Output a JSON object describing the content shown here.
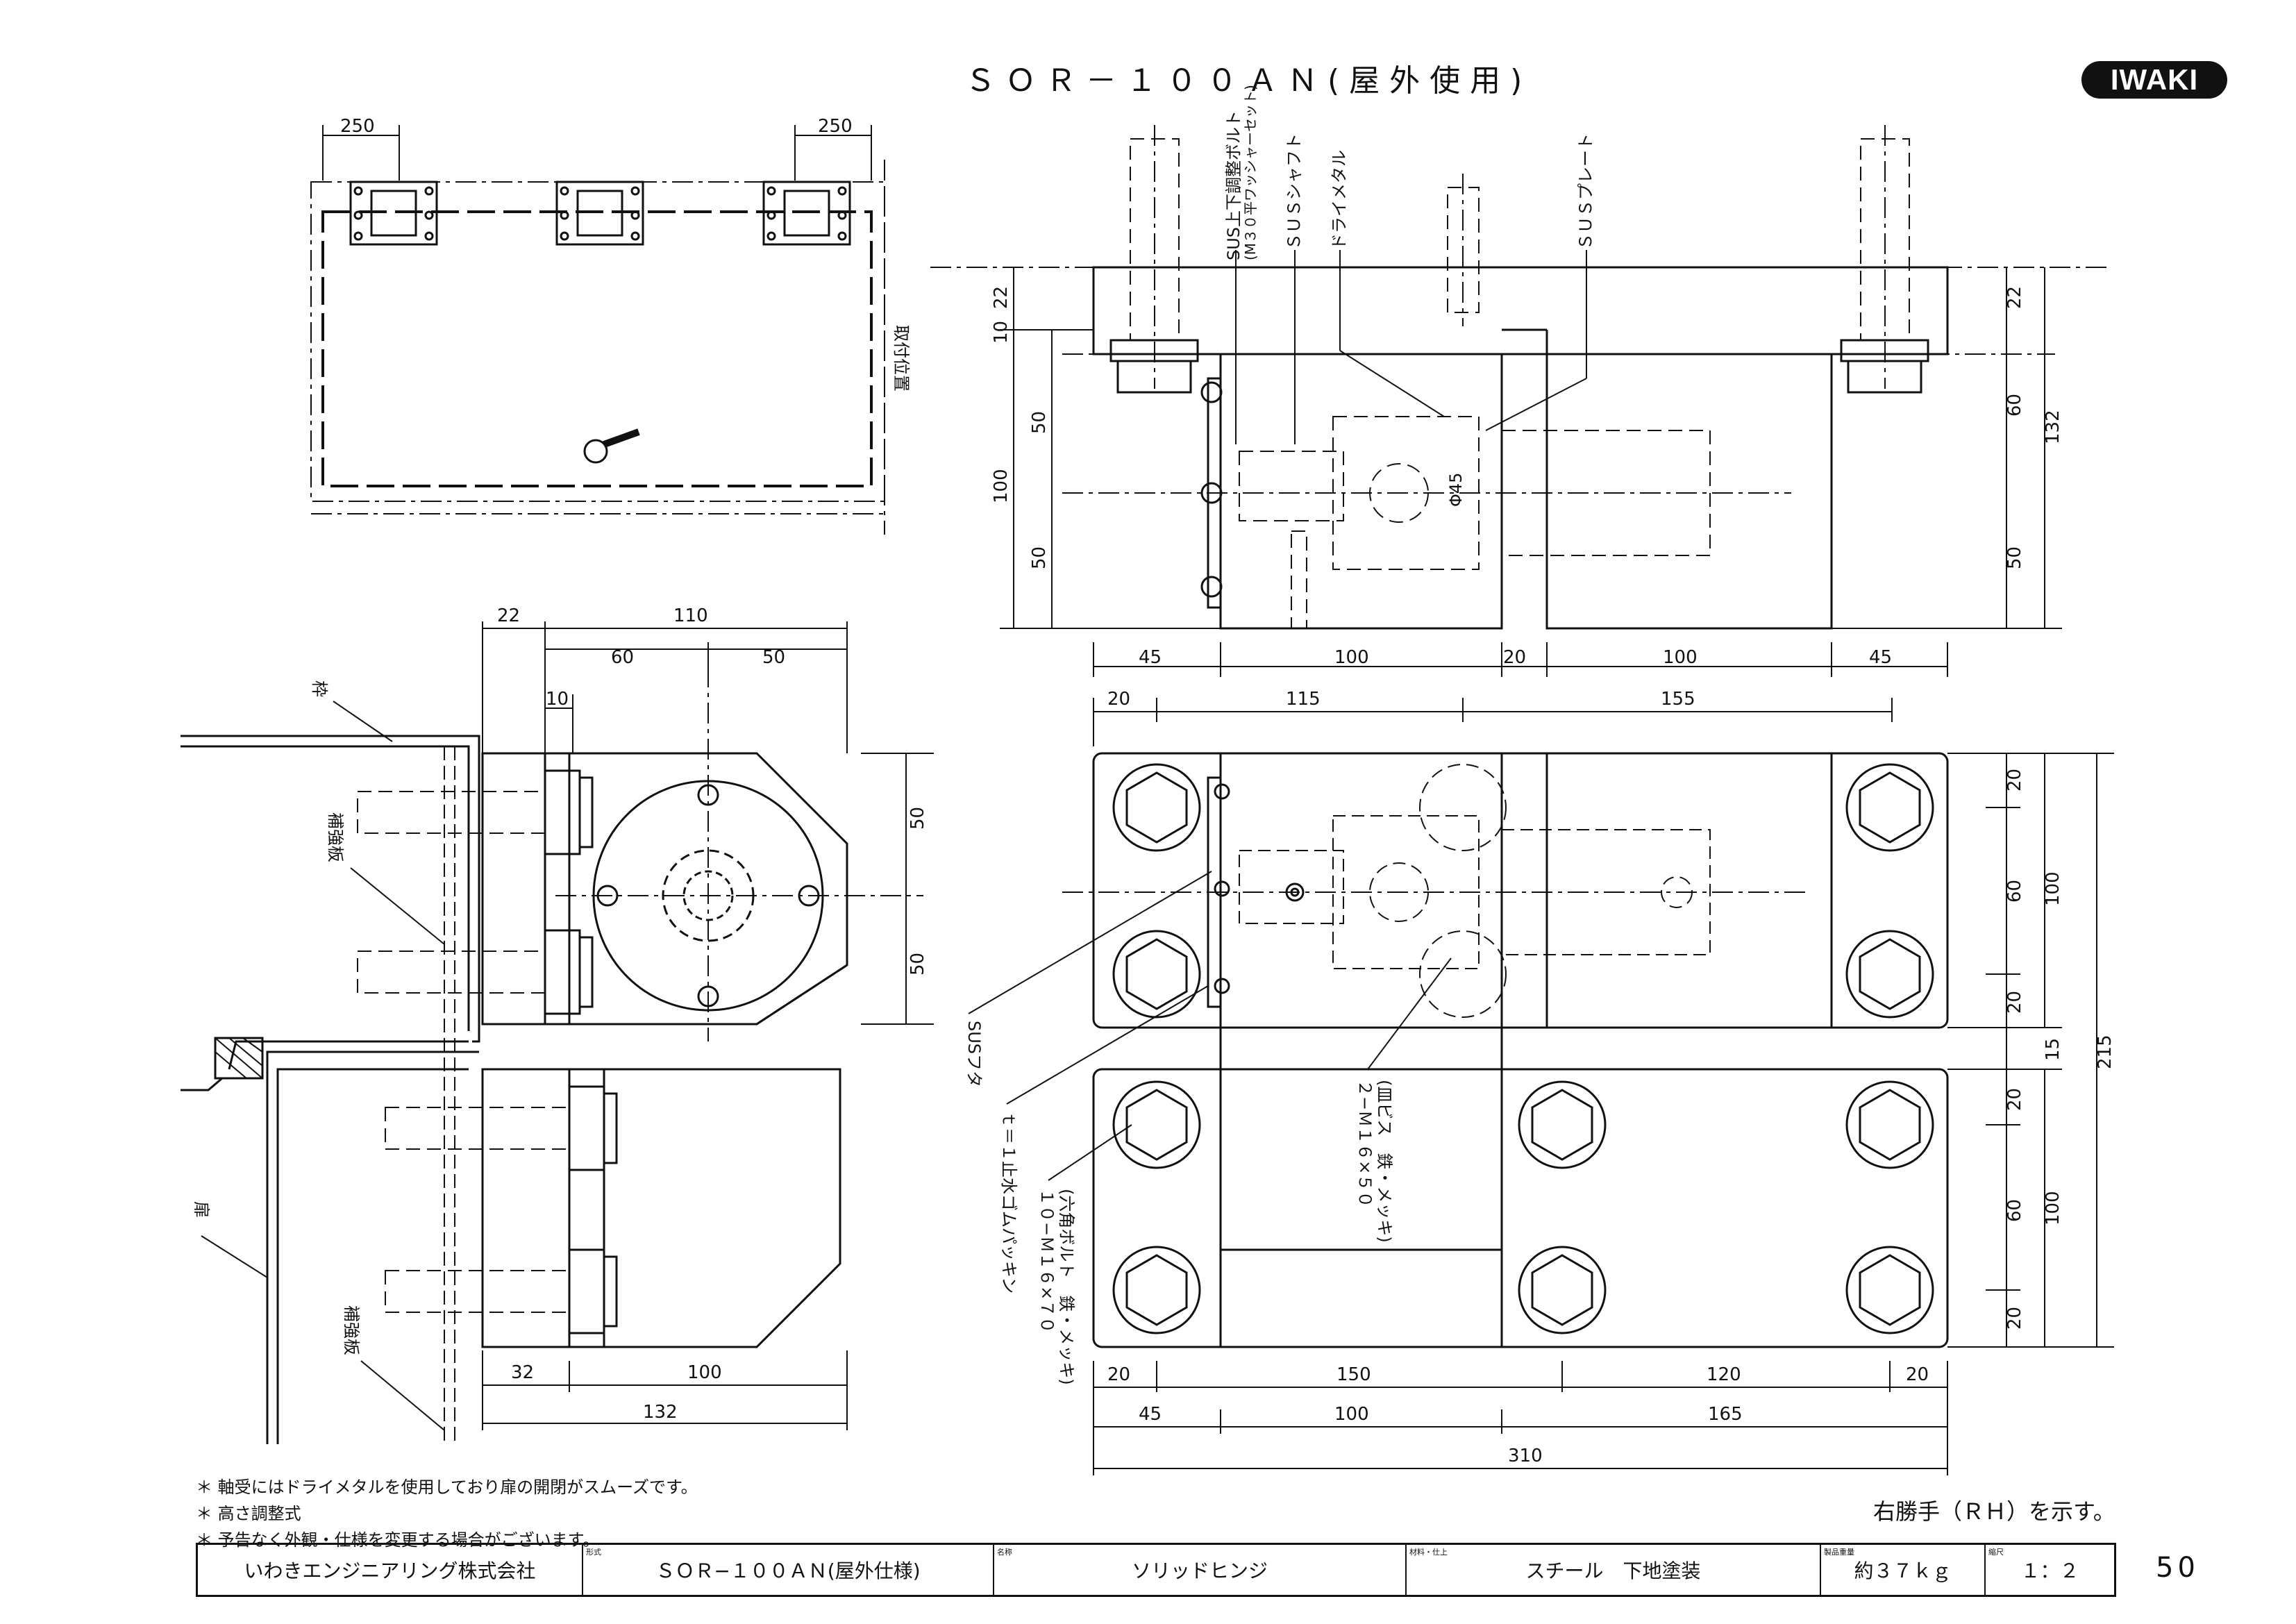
{
  "header": {
    "title": "ＳＯＲ－１００ＡＮ(屋外使用)",
    "logo": "IWAKI",
    "page_number": "50"
  },
  "labels": {
    "mount_position": "取付位置",
    "frame": "枠",
    "reinforce_plate": "補強板",
    "door": "扉",
    "sus_bolt": "SUS上下調整ボルト",
    "sus_bolt_spec": "(M３０平ワッシャーセット)",
    "sus_shaft": "ＳＵＳシャフト",
    "dry_metal": "ドライメタル",
    "sus_plate": "ＳＵＳプレート",
    "phi45": "Φ45",
    "sus_cover": "SUSフタ",
    "rubber_packing": "ｔ＝１止水ゴムパッキン",
    "hex_bolt_1": "１０−Ｍ１６×７０",
    "hex_bolt_2": "(六角ボルト　鉄・メッキ)",
    "flat_screw_1": "２−Ｍ１６×５０",
    "flat_screw_2": "(皿ビス　鉄・メッキ)"
  },
  "dimensions": {
    "top_left_a": "250",
    "top_left_b": "250",
    "side_22": "22",
    "side_110": "110",
    "side_60": "60",
    "side_50": "50",
    "side_10": "10",
    "side_v50a": "50",
    "side_v50b": "50",
    "side_32": "32",
    "side_100": "100",
    "side_132": "132",
    "front_22l": "22",
    "front_10l": "10",
    "front_50a": "50",
    "front_100": "100",
    "front_50b": "50",
    "front_22r": "22",
    "front_60r": "60",
    "front_132r": "132",
    "front_50r": "50",
    "front_b45a": "45",
    "front_b100a": "100",
    "front_b20": "20",
    "front_b100b": "100",
    "front_b45b": "45",
    "plan_20": "20",
    "plan_115": "115",
    "plan_155": "155",
    "plan_r20a": "20",
    "plan_r60a": "60",
    "plan_r100a": "100",
    "plan_r20b": "20",
    "plan_r15": "15",
    "plan_r215": "215",
    "plan_r20c": "20",
    "plan_r60b": "60",
    "plan_r100b": "100",
    "plan_r20d": "20",
    "plan_b20a": "20",
    "plan_b150": "150",
    "plan_b120": "120",
    "plan_b20b": "20",
    "plan_b45": "45",
    "plan_b100": "100",
    "plan_b165": "165",
    "plan_b310": "310"
  },
  "notes": [
    "＊ 軸受にはドライメタルを使用しており扉の開閉がスムーズです。",
    "＊ 高さ調整式",
    "＊ 予告なく外観・仕様を変更する場合がございます。"
  ],
  "hand_note": "右勝手（ＲＨ）を示す。",
  "title_block": {
    "company": "いわきエンジニアリング株式会社",
    "model_caption": "形式",
    "model": "ＳＯＲ−１００ＡＮ(屋外仕様)",
    "name_caption": "名称",
    "name": "ソリッドヒンジ",
    "material_caption": "材料・仕上",
    "material": "スチール　下地塗装",
    "weight_caption": "製品重量",
    "weight": "約３７ｋｇ",
    "scale_caption": "縮尺",
    "scale": "１：２"
  }
}
